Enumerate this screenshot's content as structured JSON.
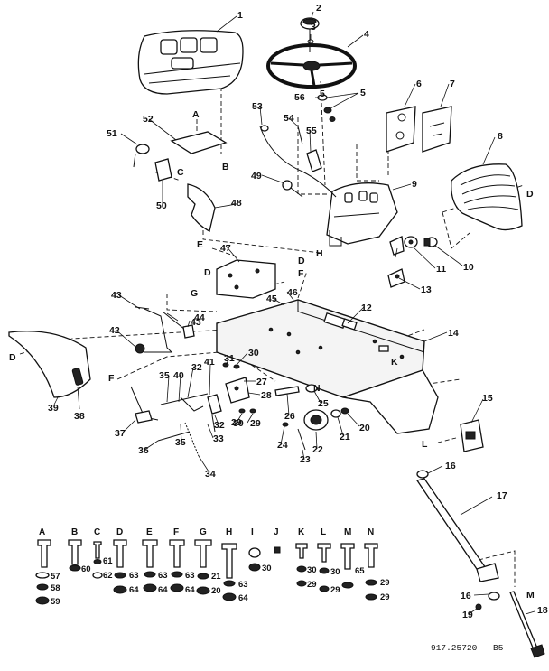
{
  "callouts": [
    "1",
    "2",
    "3",
    "4",
    "5",
    "5",
    "6",
    "7",
    "8",
    "9",
    "10",
    "11",
    "12",
    "13",
    "14",
    "15",
    "16",
    "16",
    "17",
    "18",
    "19",
    "20",
    "21",
    "22",
    "23",
    "24",
    "25",
    "26",
    "27",
    "28",
    "29",
    "29",
    "30",
    "30",
    "31",
    "32",
    "32",
    "33",
    "34",
    "35",
    "35",
    "36",
    "37",
    "38",
    "39",
    "40",
    "41",
    "42",
    "43",
    "43",
    "44",
    "45",
    "46",
    "47",
    "48",
    "49",
    "50",
    "51",
    "52",
    "53",
    "54",
    "55",
    "56"
  ],
  "connection_letters": [
    "A",
    "B",
    "C",
    "D",
    "D",
    "D",
    "D",
    "E",
    "F",
    "F",
    "G",
    "H",
    "K",
    "L",
    "M",
    "N"
  ],
  "hardware_legend": [
    {
      "letter": "A",
      "parts": [
        "57",
        "58",
        "59"
      ]
    },
    {
      "letter": "B",
      "parts": [
        "60"
      ]
    },
    {
      "letter": "C",
      "parts": [
        "61",
        "62"
      ]
    },
    {
      "letter": "D",
      "parts": [
        "63",
        "64"
      ]
    },
    {
      "letter": "E",
      "parts": [
        "63",
        "64"
      ]
    },
    {
      "letter": "F",
      "parts": [
        "63",
        "64"
      ]
    },
    {
      "letter": "G",
      "parts": [
        "21",
        "20"
      ]
    },
    {
      "letter": "H",
      "parts": [
        "63",
        "64"
      ]
    },
    {
      "letter": "I",
      "parts": [
        "30"
      ]
    },
    {
      "letter": "J",
      "parts": []
    },
    {
      "letter": "K",
      "parts": [
        "30",
        "29"
      ]
    },
    {
      "letter": "L",
      "parts": [
        "30",
        "29"
      ]
    },
    {
      "letter": "M",
      "parts": [
        "65"
      ]
    },
    {
      "letter": "N",
      "parts": [
        "29",
        "29"
      ]
    }
  ],
  "reference_number": "917.25720",
  "reference_suffix": "B5"
}
